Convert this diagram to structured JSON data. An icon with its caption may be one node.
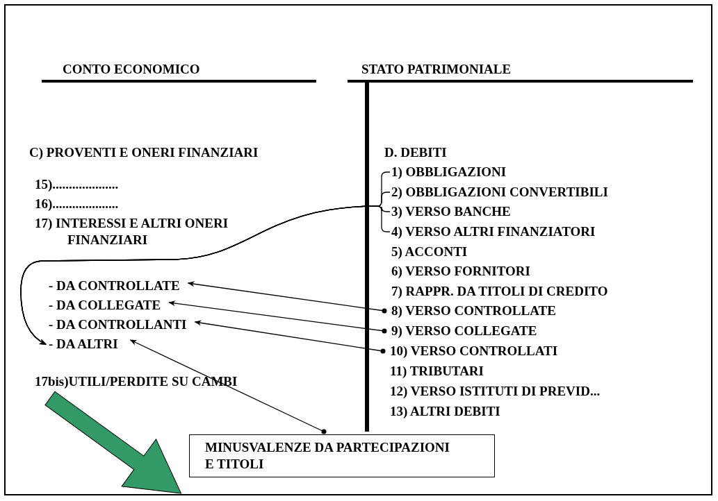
{
  "diagram": {
    "nodes": [
      {
        "text": [
          "1) OBBLIGAZIONI"
        ]
      },
      {
        "text": [
          "2) OBBLIGAZIONI CONVERTIBILI"
        ]
      },
      {
        "text": [
          "3) VERSO BANCHE"
        ]
      },
      {
        "text": [
          "4) VERSO ALTRI FINANZIATORI"
        ]
      },
      {
        "text": [
          "- DA CONTROLLATE"
        ]
      },
      {
        "text": [
          "- DA COLLEGATE"
        ]
      },
      {
        "text": [
          "- DA CONTROLLANTI"
        ]
      },
      {
        "text": [
          "- DA ALTRI"
        ]
      },
      {
        "text": [
          "8) VERSO CONTROLLATE"
        ]
      },
      {
        "text": [
          "9) VERSO COLLEGATE"
        ]
      },
      {
        "text": [
          "10) VERSO CONTROLLATI"
        ]
      },
      {
        "text": [
          "MINUSVALENZE DA PARTECIPAZIONI E TITOLI"
        ]
      }
    ],
    "edges": [
      {
        "from": 0,
        "to": 7,
        "arrow": "to"
      },
      {
        "from": 1,
        "to": 7,
        "arrow": "to"
      },
      {
        "from": 2,
        "to": 7,
        "arrow": "to"
      },
      {
        "from": 3,
        "to": 7,
        "arrow": "to"
      },
      {
        "from": 8,
        "to": 4,
        "arrow": "to"
      },
      {
        "from": 9,
        "to": 5,
        "arrow": "to"
      },
      {
        "from": 10,
        "to": 6,
        "arrow": "to"
      },
      {
        "from": 11,
        "to": 7,
        "arrow": "to"
      }
    ],
    "labels": [
      "CONTO ECONOMICO",
      "STATO PATRIMONIALE",
      "C) PROVENTI E ONERI FINANZIARI",
      "D. DEBITI",
      "15)....................",
      "16)....................",
      "17) INTERESSI E ALTRI ONERI FINANZIARI",
      "5) ACCONTI",
      "6) VERSO FORNITORI",
      "7) RAPPR. DA TITOLI DI CREDITO",
      "11) TRIBUTARI",
      "12) VERSO ISTITUTI DI PREVID...",
      "13) ALTRI DEBITI",
      "17bis)UTILI/PERDITE SU CAMBI"
    ]
  }
}
